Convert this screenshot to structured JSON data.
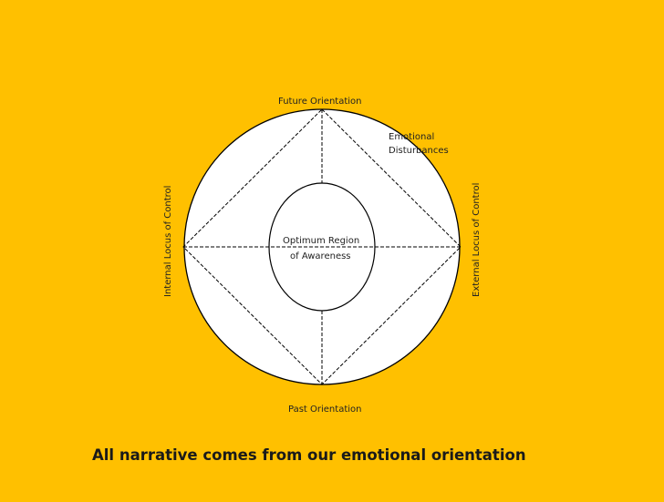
{
  "diagram": {
    "top_label": "Future Orientation",
    "bottom_label": "Past Orientation",
    "left_label": "Internal Locus of Control",
    "right_label": "External Locus of Control",
    "outer_label": {
      "line1": "Emotional",
      "line2": "Disturbances"
    },
    "center_label": {
      "line1": "Optimum Region",
      "line2": "of Awareness"
    }
  },
  "caption": "All narrative comes from our emotional orientation",
  "colors": {
    "background": "#FFC000",
    "shape_fill": "#FFFFFF",
    "stroke": "#000000"
  }
}
